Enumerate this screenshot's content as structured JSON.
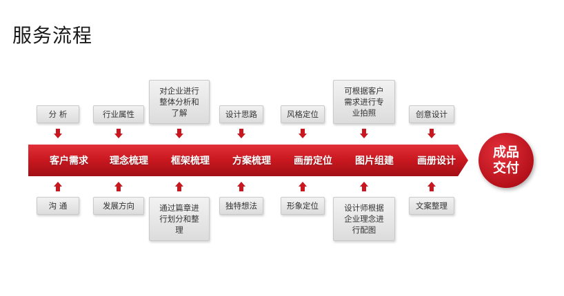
{
  "title": "服务流程",
  "colors": {
    "accent": "#c8171f",
    "box": "#e6e6e6"
  },
  "steps": [
    {
      "label": "客户需求",
      "top": "分 析",
      "bottom": "沟 通"
    },
    {
      "label": "理念梳理",
      "top": "行业属性",
      "bottom": "发展方向"
    },
    {
      "label": "框架梳理",
      "top": "对企业进行\n整体分析和\n了解",
      "bottom": "通过篇章进\n行划分和整\n理"
    },
    {
      "label": "方案梳理",
      "top": "设计思路",
      "bottom": "独特想法"
    },
    {
      "label": "画册定位",
      "top": "风格定位",
      "bottom": "形象定位"
    },
    {
      "label": "图片组建",
      "top": "可根据客户\n需求进行专\n业拍照",
      "bottom": "设计师根据\n企业理念进\n行配图"
    },
    {
      "label": "画册设计",
      "top": "创意设计",
      "bottom": "文案整理"
    }
  ],
  "result": "成品\n交付"
}
